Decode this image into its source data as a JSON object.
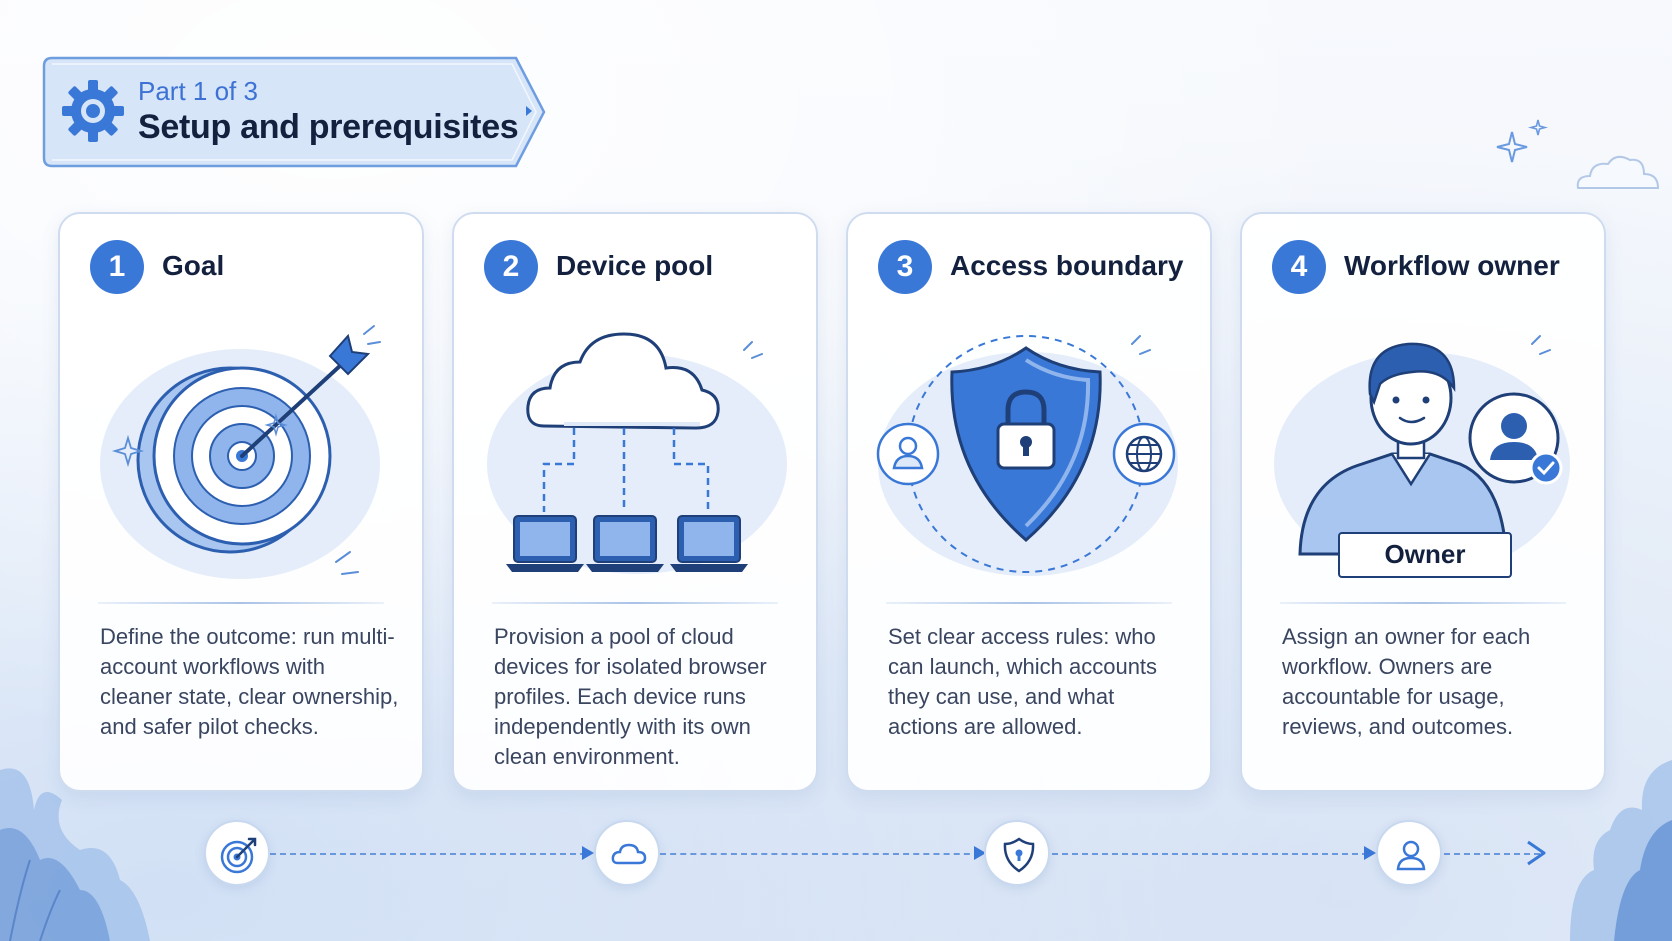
{
  "header": {
    "kicker": "Part 1 of 3",
    "title": "Setup and prerequisites",
    "icon": "gear-icon"
  },
  "cards": [
    {
      "number": "1",
      "title": "Goal",
      "illustration": "target-arrow-icon",
      "description": "Define the outcome: run multi-account workflows with cleaner state, clear ownership, and safer pilot checks."
    },
    {
      "number": "2",
      "title": "Device pool",
      "illustration": "cloud-devices-icon",
      "description": "Provision a pool of cloud devices for isolated browser profiles. Each device runs independently with its own clean environment."
    },
    {
      "number": "3",
      "title": "Access boundary",
      "illustration": "shield-lock-icon",
      "description": "Set clear access rules: who can launch, which accounts they can use, and what actions are allowed."
    },
    {
      "number": "4",
      "title": "Workflow owner",
      "illustration": "person-owner-icon",
      "badge": "Owner",
      "description": "Assign an owner for each workflow. Owners are accountable for usage, reviews, and outcomes."
    }
  ],
  "timeline": [
    "target-icon",
    "cloud-icon",
    "shield-icon",
    "user-icon"
  ],
  "colors": {
    "accent": "#3a78d8",
    "accent_light": "#a9c6f0",
    "text_dark": "#13213f",
    "text_body": "#3a4560",
    "card_border": "#cfdcf0"
  }
}
